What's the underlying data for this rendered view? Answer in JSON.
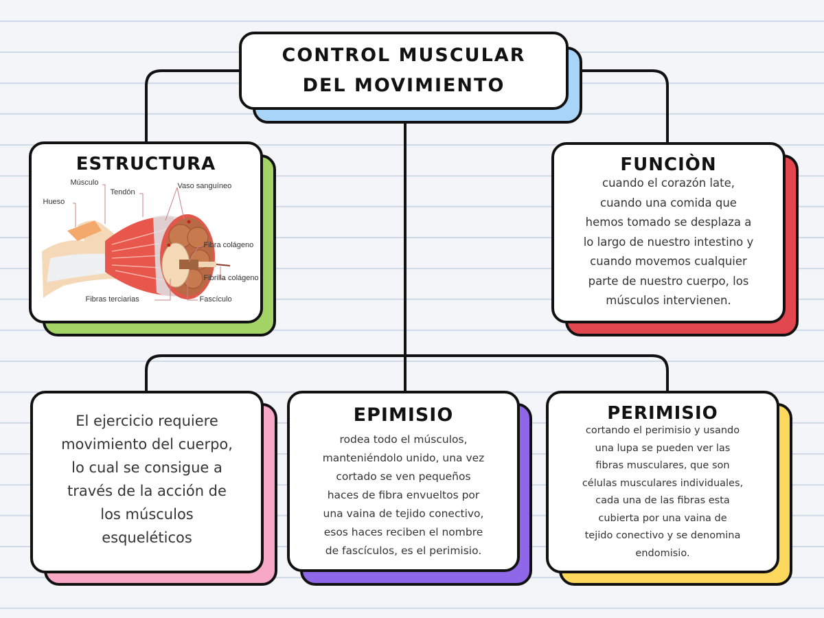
{
  "main": {
    "title_line1": "CONTROL MUSCULAR",
    "title_line2": "DEL MOVIMIENTO"
  },
  "estructura": {
    "title": "ESTRUCTURA",
    "diagram_labels": {
      "musculo": "Músculo",
      "tendon": "Tendón",
      "vaso": "Vaso sanguíneo",
      "hueso": "Hueso",
      "fibra_colageno": "Fibra colágeno",
      "fibrilla_colageno": "Fibrilla colágeno",
      "fibras_terciarias": "Fibras terciarias",
      "fasciculo": "Fascículo"
    }
  },
  "funcion": {
    "title": "FUNCIÒN",
    "lines": [
      "cuando el corazón late,",
      "cuando una comida que",
      "hemos tomado se desplaza a",
      "lo largo de nuestro intestino y",
      "cuando movemos cualquier",
      "parte de nuestro cuerpo, los",
      "músculos intervienen."
    ]
  },
  "ejercicio": {
    "lines": [
      "El ejercicio requiere",
      "movimiento del cuerpo,",
      "lo cual se consigue a",
      "través de la acción de",
      "los músculos",
      "esqueléticos"
    ]
  },
  "epimisio": {
    "title": "EPIMISIO",
    "lines": [
      "rodea todo el músculos,",
      "manteniéndolo unido, una vez",
      "cortado se ven pequeños",
      "haces de fibra envueltos por",
      "una vaina de tejido conectivo,",
      "esos haces reciben el nombre",
      "de fascículos, es el perimisio."
    ]
  },
  "perimisio": {
    "title": "PERIMISIO",
    "lines": [
      "cortando el perimisio y usando",
      "una lupa se pueden ver las",
      "fibras musculares, que son",
      "células musculares individuales,",
      "cada una de las fibras esta",
      "cubierta por una vaina de",
      "tejido conectivo y se denomina",
      "endomisio."
    ]
  },
  "colors": {
    "main_shadow": "#a8d4f7",
    "estructura_shadow": "#a4d465",
    "funcion_shadow": "#e2474f",
    "ejercicio_shadow": "#f6a8c4",
    "epimisio_shadow": "#8e68e8",
    "perimisio_shadow": "#fcd95c"
  }
}
